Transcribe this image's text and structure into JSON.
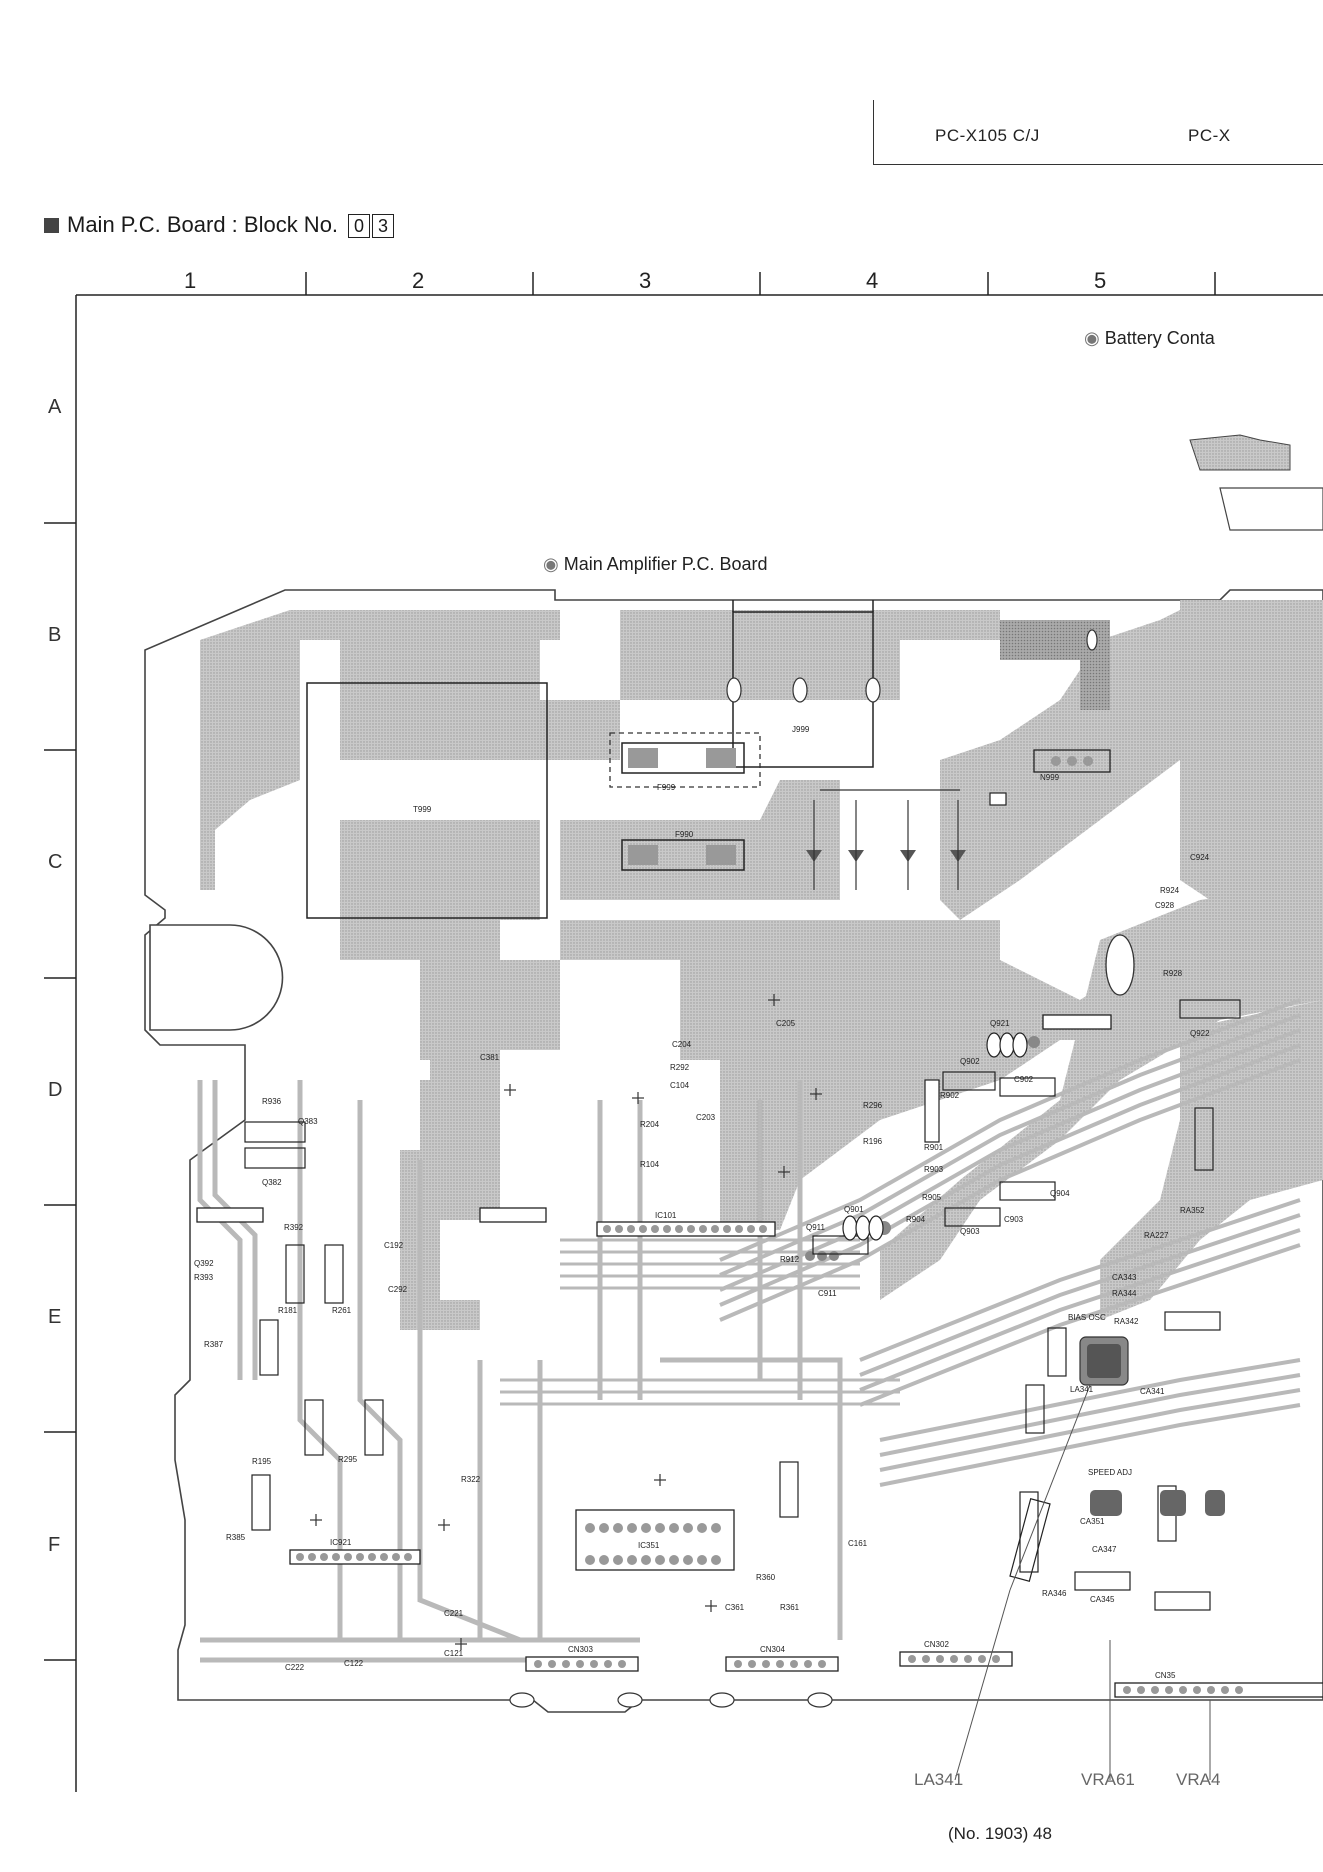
{
  "header": {
    "model_1": "PC-X105 C/J",
    "model_2": "PC-X"
  },
  "title": {
    "text": "Main P.C. Board : Block No.",
    "block_digit_1": "0",
    "block_digit_2": "3"
  },
  "grid": {
    "columns": [
      "1",
      "2",
      "3",
      "4",
      "5"
    ],
    "rows": [
      "A",
      "B",
      "C",
      "D",
      "E",
      "F"
    ]
  },
  "callouts": {
    "battery": "Battery Conta",
    "amplifier": "Main Amplifier P.C. Board"
  },
  "bottom_labels": [
    "LA341",
    "VRA61",
    "VRA4"
  ],
  "page": "(No. 1903) 48",
  "components": {
    "T999": "T999",
    "J999": "J999",
    "F999": "F999",
    "F990": "F990",
    "N999": "N999",
    "IC101": "IC101",
    "IC921": "IC921",
    "IC351": "IC351",
    "CN303": "CN303",
    "CN304": "CN304",
    "CN302": "CN302",
    "CN35": "CN35",
    "Q921": "Q921",
    "Q901": "Q901",
    "R936": "R936",
    "Q383": "Q383",
    "Q382": "Q382",
    "R392": "R392",
    "Q392": "Q392",
    "R393": "R393",
    "R181": "R181",
    "R261": "R261",
    "C292": "C292",
    "C192": "C192",
    "R387": "R387",
    "R195": "R195",
    "R295": "R295",
    "R385": "R385",
    "R322": "R322",
    "C222": "C222",
    "C122": "C122",
    "C121": "C121",
    "C221": "C221",
    "C204": "C204",
    "C205": "C205",
    "R292": "R292",
    "C104": "C104",
    "R204": "R204",
    "R104": "R104",
    "C203": "C203",
    "C381": "C381",
    "R296": "R296",
    "R196": "R196",
    "Q902": "Q902",
    "C902": "C902",
    "R902": "R902",
    "R901": "R901",
    "R903": "R903",
    "R905": "R905",
    "R904": "R904",
    "Q903": "Q903",
    "C903": "C903",
    "Q904": "Q904",
    "Q911": "Q911",
    "R912": "R912",
    "C911": "C911",
    "C924": "C924",
    "R924": "R924",
    "C928": "C928",
    "R928": "R928",
    "Q922": "Q922",
    "RA352": "RA352",
    "RA227": "RA227",
    "CA343": "CA343",
    "RA344": "RA344",
    "CA341": "CA341",
    "RA342": "RA342",
    "CA351": "CA351",
    "CA347": "CA347",
    "CA345": "CA345",
    "RA346": "RA346",
    "R360": "R360",
    "R361": "R361",
    "C161": "C161",
    "C361": "C361",
    "SPEED_ADJ": "SPEED ADJ",
    "BIAS_OSC": "BIAS OSC",
    "LA341": "LA341"
  }
}
